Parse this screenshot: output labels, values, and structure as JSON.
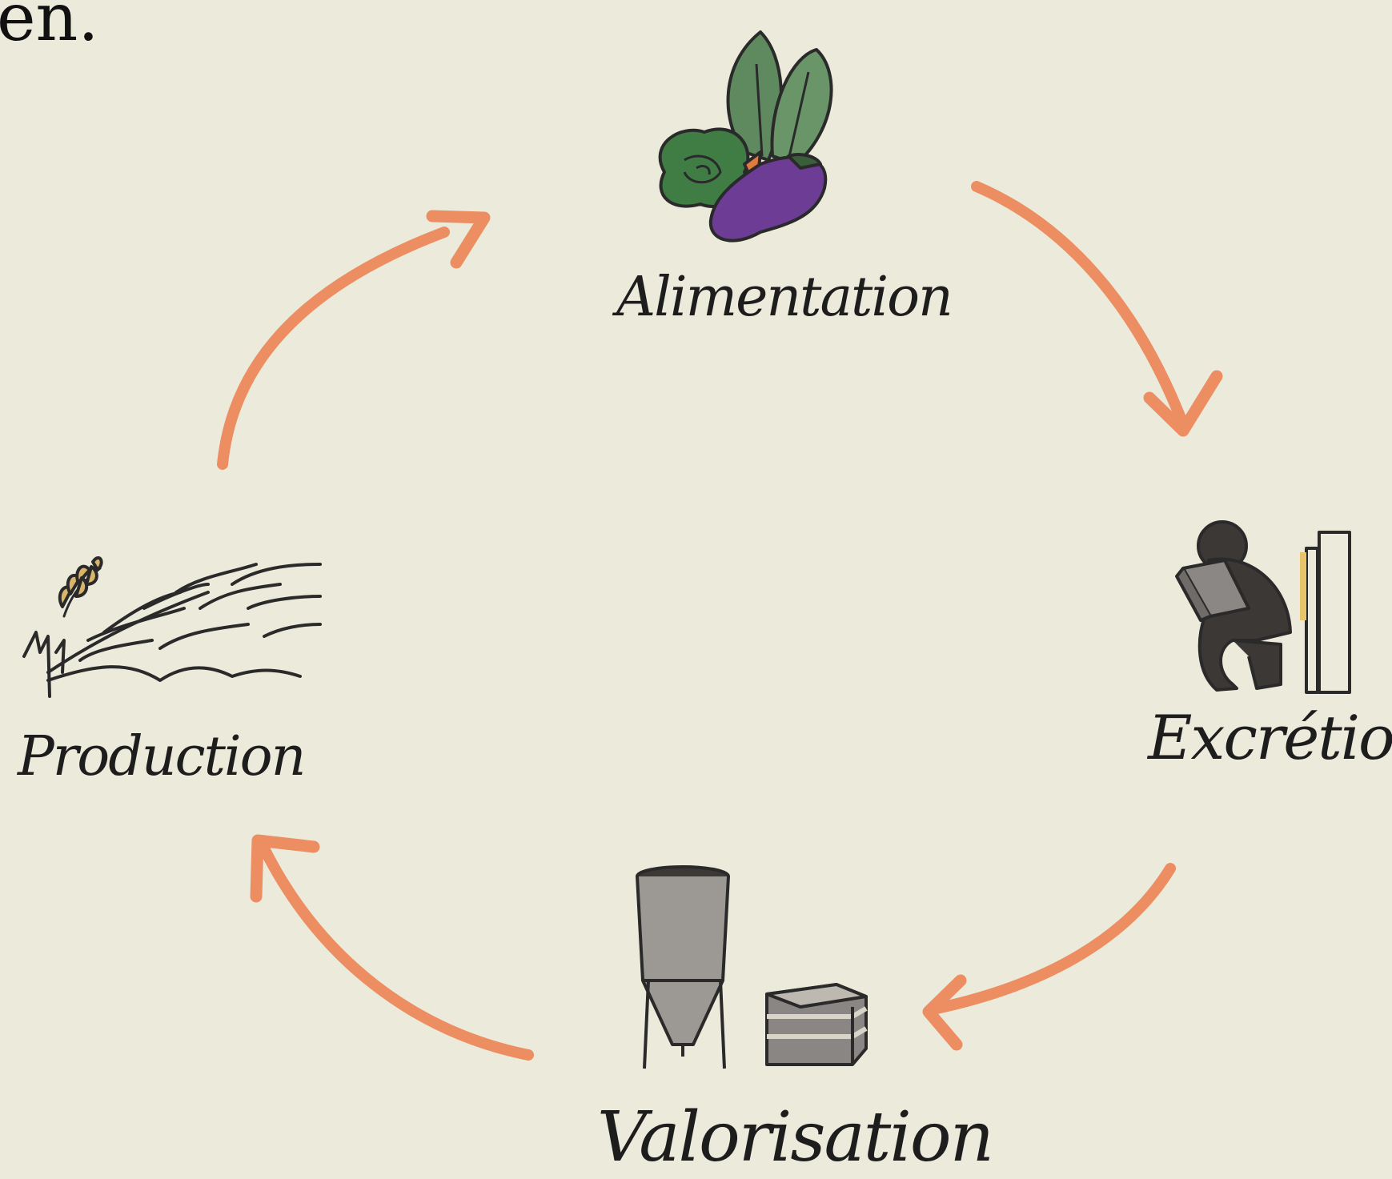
{
  "header": {
    "text_fragment": "en."
  },
  "cycle": {
    "stages": [
      {
        "id": "alimentation",
        "label": "Alimentation",
        "icon": "vegetables-icon"
      },
      {
        "id": "excretion",
        "label": "Excrétion",
        "icon": "person-on-toilet-icon"
      },
      {
        "id": "valorisation",
        "label": "Valorisation",
        "icon": "silo-and-compost-bin-icon"
      },
      {
        "id": "production",
        "label": "Production",
        "icon": "wheat-field-icon"
      }
    ],
    "arrow_color": "#ec8d62",
    "arrows": [
      {
        "from": "production",
        "to": "alimentation"
      },
      {
        "from": "alimentation",
        "to": "excretion"
      },
      {
        "from": "excretion",
        "to": "valorisation"
      },
      {
        "from": "valorisation",
        "to": "production"
      }
    ]
  },
  "colors": {
    "background": "#ecebdb",
    "ink": "#1d1d1d"
  }
}
